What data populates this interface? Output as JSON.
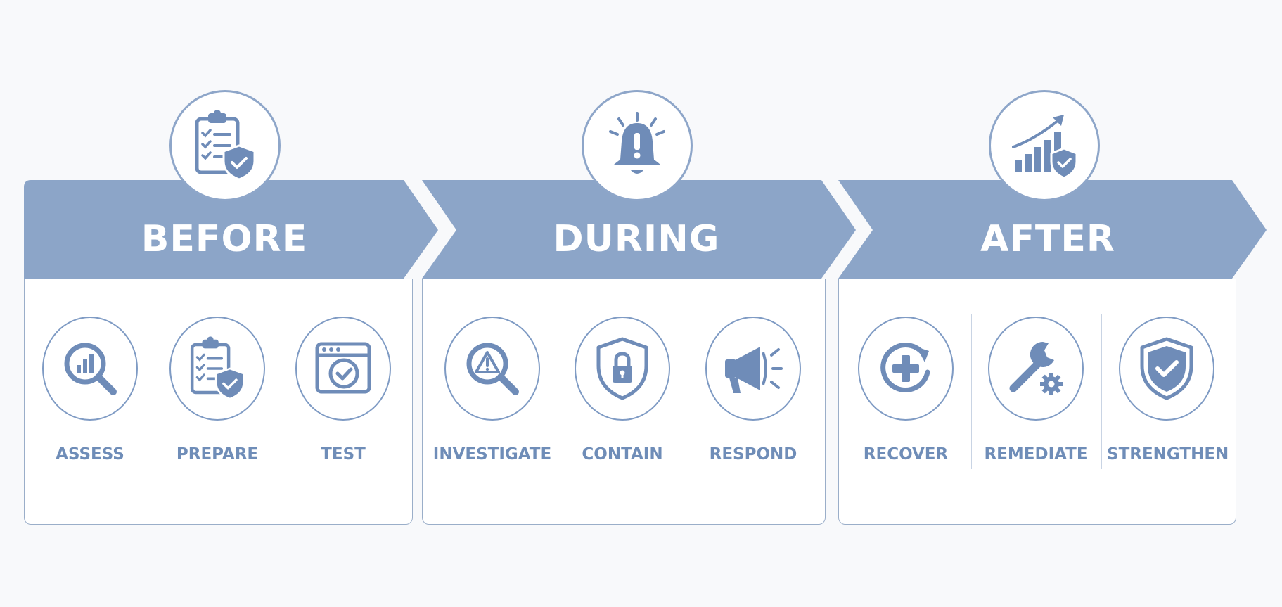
{
  "colors": {
    "banner": "#8ca5c8",
    "icon": "#6f8cb8",
    "outline": "#8ea6c9",
    "label": "#6f8db8",
    "background": "#f8f9fb"
  },
  "phases": [
    {
      "title": "BEFORE",
      "badge_icon": "clipboard-shield-icon",
      "steps": [
        {
          "label": "ASSESS",
          "icon": "magnifier-chart-icon"
        },
        {
          "label": "PREPARE",
          "icon": "clipboard-shield-icon"
        },
        {
          "label": "TEST",
          "icon": "browser-check-icon"
        }
      ]
    },
    {
      "title": "DURING",
      "badge_icon": "alarm-bell-icon",
      "steps": [
        {
          "label": "INVESTIGATE",
          "icon": "magnifier-warning-icon"
        },
        {
          "label": "CONTAIN",
          "icon": "shield-lock-icon"
        },
        {
          "label": "RESPOND",
          "icon": "megaphone-icon"
        }
      ]
    },
    {
      "title": "AFTER",
      "badge_icon": "growth-chart-shield-icon",
      "steps": [
        {
          "label": "RECOVER",
          "icon": "circular-plus-icon"
        },
        {
          "label": "REMEDIATE",
          "icon": "wrench-gear-icon"
        },
        {
          "label": "STRENGTHEN",
          "icon": "shield-check-icon"
        }
      ]
    }
  ]
}
